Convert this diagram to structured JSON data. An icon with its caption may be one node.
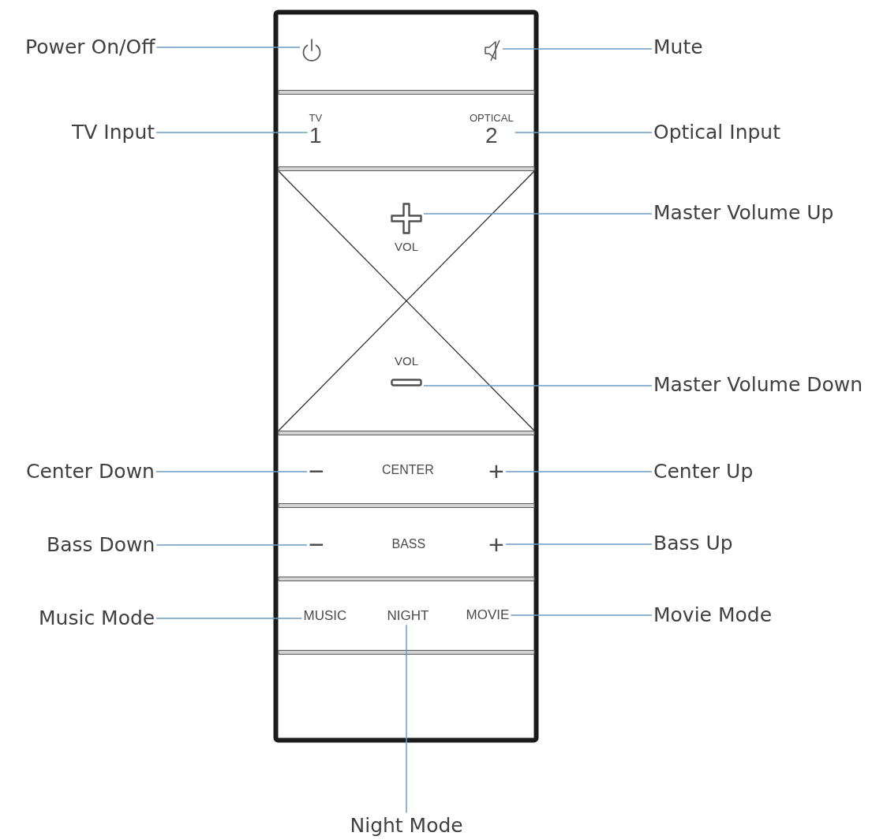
{
  "diagram": {
    "nodes": [
      {
        "text": [
          "Power On/Off"
        ]
      },
      {
        "text": [],
        "shape": "picture"
      },
      {
        "text": [],
        "shape": "picture"
      },
      {
        "text": [
          "Mute"
        ]
      },
      {
        "text": [
          "TV Input"
        ]
      },
      {
        "text": [
          "TV",
          "1"
        ]
      },
      {
        "text": [
          "OPTICAL",
          "2"
        ]
      },
      {
        "text": [
          "Optical Input"
        ]
      },
      {
        "text": [
          "VOL"
        ]
      },
      {
        "text": [
          "Master Volume Up"
        ]
      },
      {
        "text": [
          "VOL"
        ]
      },
      {
        "text": [
          "Master Volume Down"
        ]
      },
      {
        "text": [
          "Center Down"
        ]
      },
      {
        "text": [
          "−"
        ]
      },
      {
        "text": [
          "+"
        ]
      },
      {
        "text": [
          "Center Up"
        ]
      },
      {
        "text": [
          "Bass Down"
        ]
      },
      {
        "text": [
          "−"
        ]
      },
      {
        "text": [
          "+"
        ]
      },
      {
        "text": [
          "Bass Up"
        ]
      },
      {
        "text": [
          "Music Mode"
        ]
      },
      {
        "text": [
          "MUSIC"
        ]
      },
      {
        "text": [
          "NIGHT"
        ]
      },
      {
        "text": [
          "MOVIE"
        ]
      },
      {
        "text": [
          "Movie Mode"
        ]
      },
      {
        "text": [
          "Night Mode"
        ]
      }
    ],
    "edges": [
      {
        "from": 0,
        "to": 1,
        "arrow": "none"
      },
      {
        "from": 3,
        "to": 2,
        "arrow": "none"
      },
      {
        "from": 4,
        "to": 5,
        "arrow": "none"
      },
      {
        "from": 7,
        "to": 6,
        "arrow": "none"
      },
      {
        "from": 9,
        "to": 8,
        "arrow": "none"
      },
      {
        "from": 11,
        "to": 10,
        "arrow": "none"
      },
      {
        "from": 12,
        "to": 13,
        "arrow": "none"
      },
      {
        "from": 15,
        "to": 14,
        "arrow": "none"
      },
      {
        "from": 16,
        "to": 17,
        "arrow": "none"
      },
      {
        "from": 19,
        "to": 18,
        "arrow": "none"
      },
      {
        "from": 20,
        "to": 21,
        "arrow": "none"
      },
      {
        "from": 24,
        "to": 23,
        "arrow": "none"
      },
      {
        "from": 25,
        "to": 22,
        "arrow": "none"
      }
    ],
    "labels": [
      "CENTER",
      "BASS"
    ]
  }
}
